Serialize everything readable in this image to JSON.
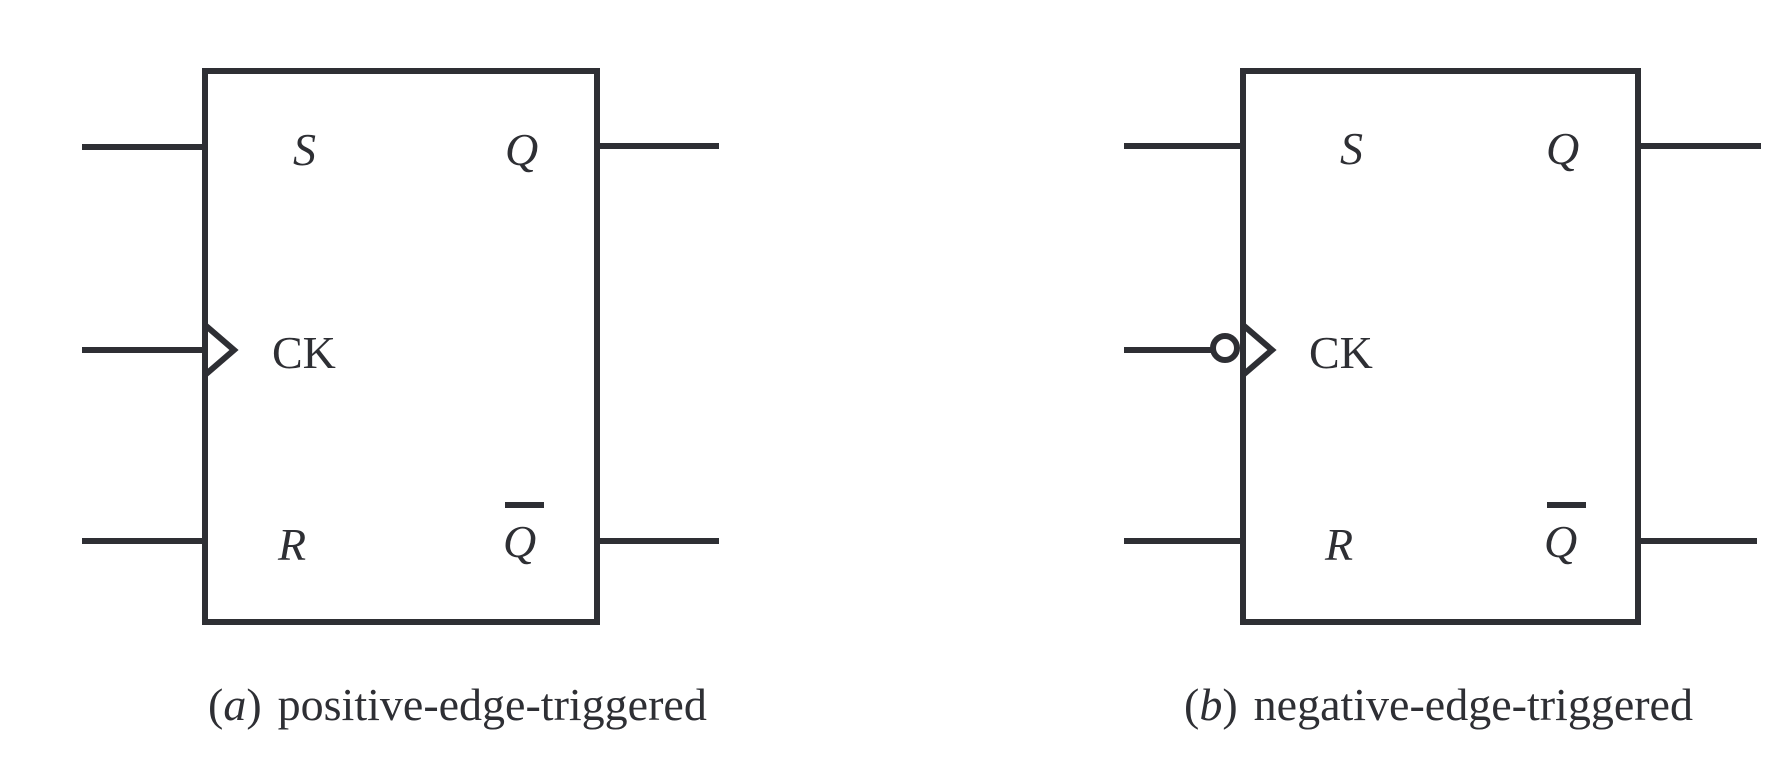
{
  "diagrams": [
    {
      "id": "a",
      "pins": {
        "s": "S",
        "q": "Q",
        "ck": "CK",
        "r": "R",
        "qbar": "Q"
      },
      "caption": {
        "open": "(",
        "letter": "a",
        "close": ")",
        "text": "positive-edge-triggered"
      },
      "clock_inverted": false
    },
    {
      "id": "b",
      "pins": {
        "s": "S",
        "q": "Q",
        "ck": "CK",
        "r": "R",
        "qbar": "Q"
      },
      "caption": {
        "open": "(",
        "letter": "b",
        "close": ")",
        "text": "negative-edge-triggered"
      },
      "clock_inverted": true
    }
  ],
  "colors": {
    "stroke": "#2e2f34",
    "background": "#ffffff"
  }
}
